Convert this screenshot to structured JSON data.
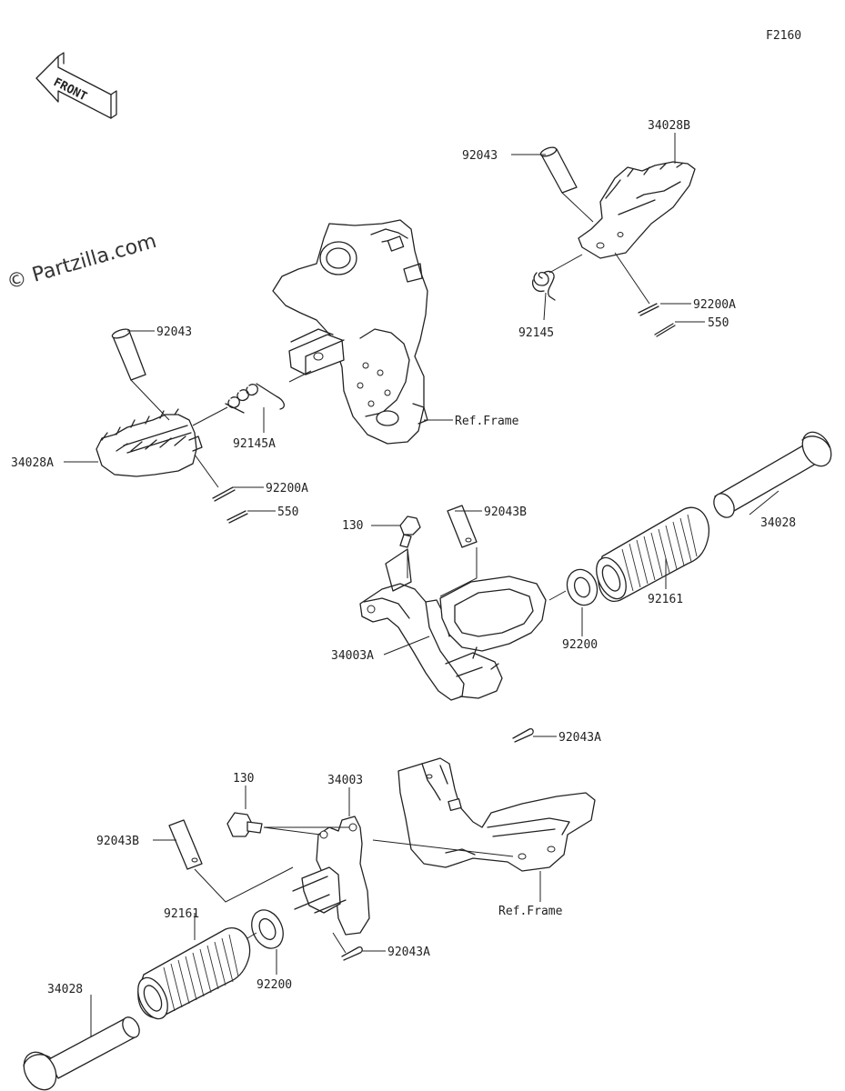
{
  "figure_code": "F2160",
  "watermark": "© Partzilla.com",
  "front_label": "FRONT",
  "labels": {
    "p92043_a": "92043",
    "p34028B": "34028B",
    "p92145": "92145",
    "p92200A_a": "92200A",
    "p550_a": "550",
    "p92043_b": "92043",
    "p34028A": "34028A",
    "p92145A": "92145A",
    "p92200A_b": "92200A",
    "p550_b": "550",
    "ref_frame_a": "Ref.Frame",
    "p130_a": "130",
    "p92043B_a": "92043B",
    "p34028_a": "34028",
    "p92161_a": "92161",
    "p92200_a": "92200",
    "p34003A": "34003A",
    "p92043A_a": "92043A",
    "p130_b": "130",
    "p34003": "34003",
    "p92043B_b": "92043B",
    "ref_frame_b": "Ref.Frame",
    "p92161_b": "92161",
    "p92043A_b": "92043A",
    "p92200_b": "92200",
    "p34028_b": "34028"
  }
}
